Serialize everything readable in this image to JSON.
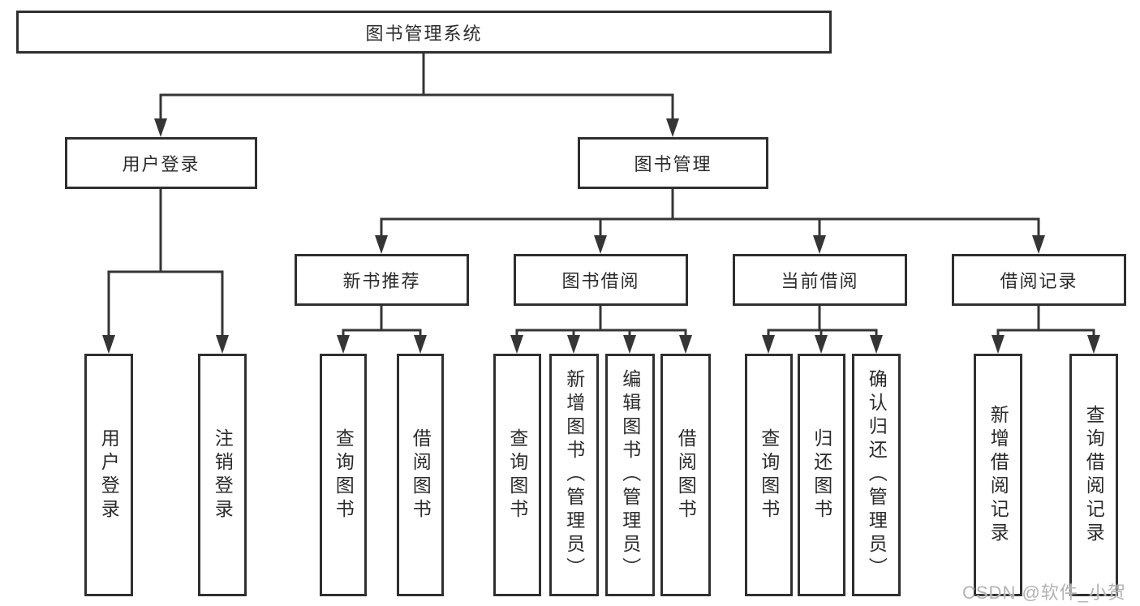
{
  "diagram": {
    "root": {
      "label": "图书管理系统"
    },
    "branches": [
      {
        "label": "用户登录",
        "children": [
          {
            "label": "用户登录"
          },
          {
            "label": "注销登录"
          }
        ]
      },
      {
        "label": "图书管理",
        "children": [
          {
            "label": "新书推荐",
            "children": [
              {
                "label": "查询图书"
              },
              {
                "label": "借阅图书"
              }
            ]
          },
          {
            "label": "图书借阅",
            "children": [
              {
                "label": "查询图书"
              },
              {
                "label": "新增图书（管理员）"
              },
              {
                "label": "编辑图书（管理员）"
              },
              {
                "label": "借阅图书"
              }
            ]
          },
          {
            "label": "当前借阅",
            "children": [
              {
                "label": "查询图书"
              },
              {
                "label": "归还图书"
              },
              {
                "label": "确认归还（管理员）"
              }
            ]
          },
          {
            "label": "借阅记录",
            "children": [
              {
                "label": "新增借阅记录"
              },
              {
                "label": "查询借阅记录"
              }
            ]
          }
        ]
      }
    ]
  },
  "watermark": {
    "text": "CSDN @软件_小贺同学"
  },
  "colors": {
    "line": "#353535",
    "box_border": "#2f2f2f",
    "text": "#2b2b2b",
    "watermark": "#b3b3b3",
    "background": "#ffffff"
  }
}
